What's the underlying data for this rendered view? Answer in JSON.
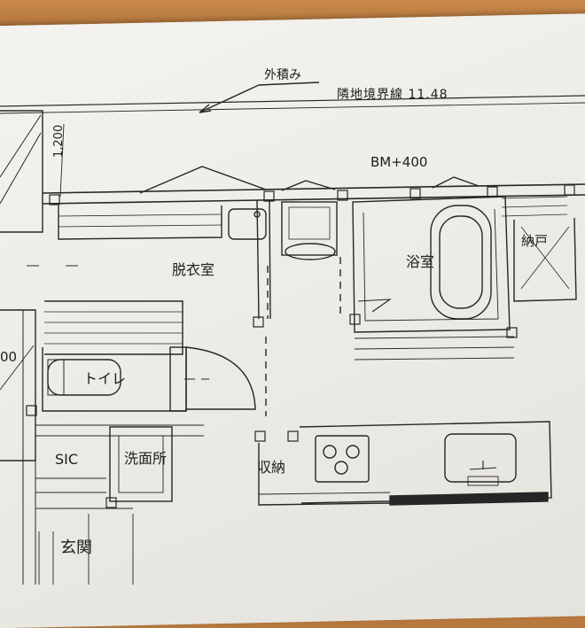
{
  "plan": {
    "outer_label": "外積み",
    "boundary_label": "隣地境界線 11.48",
    "dim_vertical": "1,200",
    "bm_label": "BM+400",
    "rooms": {
      "datsuishitsu": "脱衣室",
      "yokushitsu": "浴室",
      "nando": "納戸",
      "toilet": "トイレ",
      "sic": "SIC",
      "senmenjo": "洗面所",
      "shuno": "収納",
      "genkan": "玄関",
      "partial_dim": "00"
    }
  },
  "colors": {
    "paper": "#eceae4",
    "ink": "#1e1e1e",
    "wood": "#b8793e"
  }
}
